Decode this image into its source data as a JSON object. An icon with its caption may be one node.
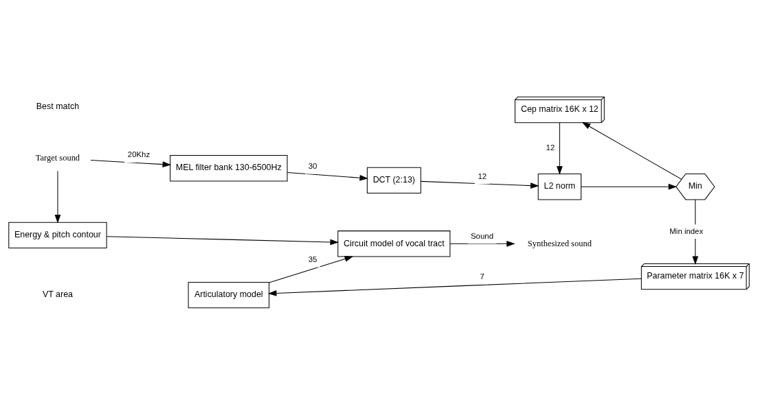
{
  "diagram": {
    "nodes": [
      {
        "text": [
          "Target sound"
        ]
      },
      {
        "text": [
          "MEL filter bank 130-6500Hz"
        ]
      },
      {
        "text": [
          "DCT (2:13)"
        ]
      },
      {
        "text": [
          "L2 norm"
        ]
      },
      {
        "text": [
          "Energy & pitch contour"
        ]
      },
      {
        "text": [
          "Cep matrix 16K x 12"
        ]
      },
      {
        "text": [
          "Articulatory model"
        ]
      },
      {
        "text": [
          "Circuit model of vocal tract"
        ]
      },
      {
        "text": [
          "Synthesized sound"
        ]
      },
      {
        "text": [
          "Min"
        ]
      },
      {
        "text": [
          "Parameter matrix 16K x 7"
        ]
      }
    ],
    "edges": [
      {
        "from": 0,
        "to": 1,
        "arrow": "to",
        "label": "20Khz"
      },
      {
        "from": 1,
        "to": 2,
        "arrow": "to",
        "label": "30"
      },
      {
        "from": 2,
        "to": 3,
        "arrow": "to",
        "label": "12"
      },
      {
        "from": 0,
        "to": 4,
        "arrow": "to"
      },
      {
        "from": 5,
        "to": 3,
        "arrow": "to",
        "label": "12"
      },
      {
        "from": 3,
        "to": 9,
        "arrow": "to"
      },
      {
        "from": 9,
        "to": 5,
        "arrow": "to"
      },
      {
        "from": 9,
        "to": 10,
        "arrow": "to",
        "label": "Min index"
      },
      {
        "from": 10,
        "to": 6,
        "arrow": "to",
        "label": "7"
      },
      {
        "from": 4,
        "to": 7,
        "arrow": "to"
      },
      {
        "from": 6,
        "to": 7,
        "arrow": "to",
        "label": "35"
      },
      {
        "from": 7,
        "to": 8,
        "arrow": "to",
        "label": "Sound"
      }
    ],
    "labels": [
      "VT area",
      "Best match"
    ]
  }
}
